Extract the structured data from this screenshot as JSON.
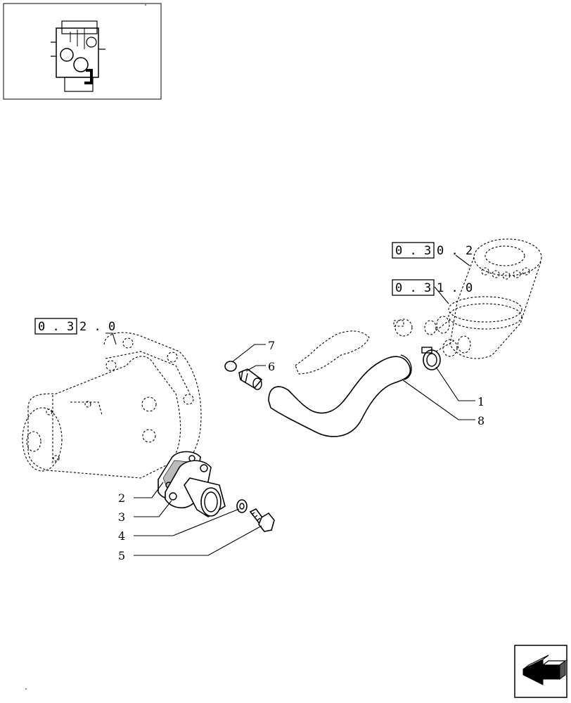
{
  "thumbnail": {
    "alt": "engine overview"
  },
  "references": [
    {
      "id": "ref-0-3-0-2",
      "boxed": "0 . 3",
      "rest": "0 . 2"
    },
    {
      "id": "ref-0-3-1-0",
      "boxed": "0 . 3",
      "rest": "1 . 0"
    },
    {
      "id": "ref-0-3-2-0",
      "boxed": "0 . 3",
      "rest": "2 . 0"
    }
  ],
  "callouts": [
    "1",
    "2",
    "3",
    "4",
    "5",
    "6",
    "7",
    "8"
  ],
  "nav": {
    "icon": "next-page-arrow-icon"
  }
}
